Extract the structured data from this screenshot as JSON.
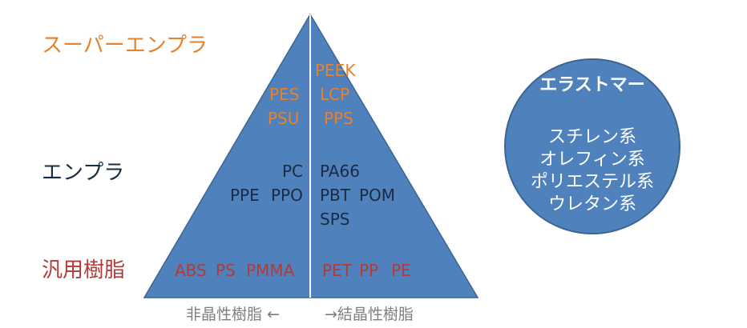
{
  "tiers": {
    "super": "スーパーエンプラ",
    "engineering": "エンプラ",
    "general": "汎用樹脂"
  },
  "amorphous": {
    "super": [
      "PES",
      "PSU"
    ],
    "engineering": [
      "PC",
      "PPE",
      "PPO"
    ],
    "general": [
      "ABS",
      "PS",
      "PMMA"
    ]
  },
  "crystalline": {
    "super": [
      "PEEK",
      "LCP",
      "PPS"
    ],
    "engineering": [
      "PA66",
      "PBT",
      "POM",
      "SPS"
    ],
    "general": [
      "PET",
      "PP",
      "PE"
    ]
  },
  "axis": {
    "left": "非晶性樹脂 ←",
    "right": "→結晶性樹脂"
  },
  "elastomer": {
    "title": "エラストマー",
    "items": [
      "スチレン系",
      "オレフィン系",
      "ポリエステル系",
      "ウレタン系"
    ]
  },
  "colors": {
    "fill": "#4f81bd",
    "stroke": "#3a6593",
    "super_text": "#e6822e",
    "engineering_text": "#1a2b45",
    "general_text": "#b23a3a"
  }
}
